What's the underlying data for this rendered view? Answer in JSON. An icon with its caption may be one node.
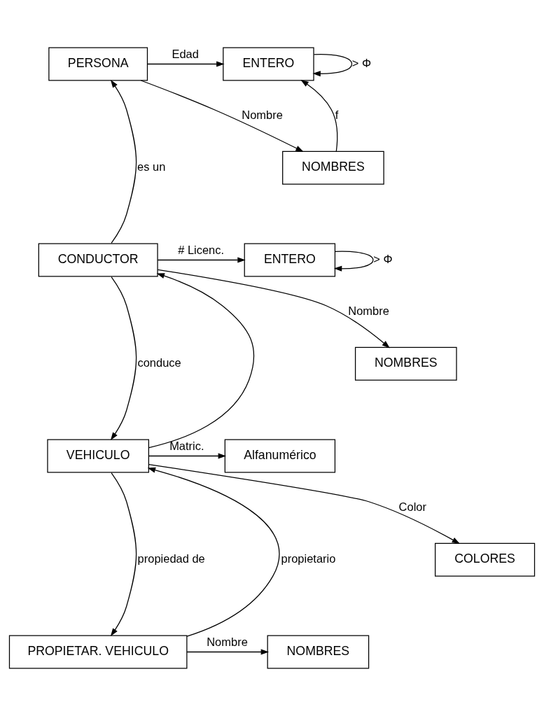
{
  "diagram": {
    "nodes": [
      {
        "text": [
          "PERSONA"
        ]
      },
      {
        "text": [
          "ENTERO"
        ]
      },
      {
        "text": [
          "NOMBRES"
        ]
      },
      {
        "text": [
          "CONDUCTOR"
        ]
      },
      {
        "text": [
          "ENTERO"
        ]
      },
      {
        "text": [
          "NOMBRES"
        ]
      },
      {
        "text": [
          "VEHICULO"
        ]
      },
      {
        "text": [
          "Alfanumérico"
        ]
      },
      {
        "text": [
          "COLORES"
        ]
      },
      {
        "text": [
          "PROPIETAR. VEHICULO"
        ]
      },
      {
        "text": [
          "NOMBRES"
        ]
      }
    ],
    "edges": [
      {
        "from": 0,
        "to": 1,
        "arrow": "to",
        "label": "Edad"
      },
      {
        "from": 0,
        "to": 2,
        "arrow": "to",
        "label": "Nombre"
      },
      {
        "from": 2,
        "to": 1,
        "arrow": "to",
        "label": "f"
      },
      {
        "from": 1,
        "to": 1,
        "arrow": "to",
        "label": "> Φ"
      },
      {
        "from": 3,
        "to": 0,
        "arrow": "to",
        "label": "es un"
      },
      {
        "from": 3,
        "to": 4,
        "arrow": "to",
        "label": "# Licenc."
      },
      {
        "from": 3,
        "to": 5,
        "arrow": "to",
        "label": "Nombre"
      },
      {
        "from": 4,
        "to": 4,
        "arrow": "to",
        "label": "> Φ"
      },
      {
        "from": 6,
        "to": 3,
        "arrow": "to"
      },
      {
        "from": 3,
        "to": 6,
        "arrow": "to",
        "label": "conduce"
      },
      {
        "from": 6,
        "to": 7,
        "arrow": "to",
        "label": "Matric."
      },
      {
        "from": 6,
        "to": 8,
        "arrow": "to",
        "label": "Color"
      },
      {
        "from": 9,
        "to": 6,
        "arrow": "to",
        "label": "propietario"
      },
      {
        "from": 6,
        "to": 9,
        "arrow": "to",
        "label": "propiedad de"
      },
      {
        "from": 9,
        "to": 10,
        "arrow": "to",
        "label": "Nombre"
      }
    ]
  }
}
